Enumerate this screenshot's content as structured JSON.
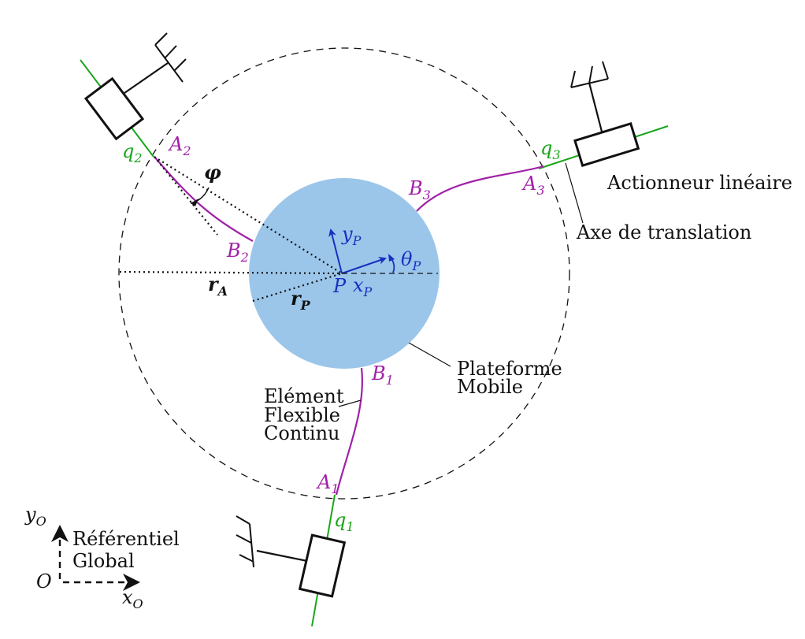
{
  "colors": {
    "platform": "#9bc6ea",
    "flexible_element": "#a020a8",
    "actuator_axis": "#1aa51a",
    "local_frame": "#1a2fc0",
    "lines": "#111111"
  },
  "labels": {
    "actuator": "Actionneur linéaire",
    "translation_axis": "Axe de translation",
    "platform": [
      "Plateforme",
      "Mobile"
    ],
    "flexible_element": [
      "Elément",
      "Flexible",
      "Continu"
    ],
    "global_frame": [
      "Référentiel",
      "Global"
    ]
  },
  "math": {
    "q1": {
      "base": "q",
      "sub": "1"
    },
    "q2": {
      "base": "q",
      "sub": "2"
    },
    "q3": {
      "base": "q",
      "sub": "3"
    },
    "A1": {
      "base": "A",
      "sub": "1"
    },
    "A2": {
      "base": "A",
      "sub": "2"
    },
    "A3": {
      "base": "A",
      "sub": "3"
    },
    "B1": {
      "base": "B",
      "sub": "1"
    },
    "B2": {
      "base": "B",
      "sub": "2"
    },
    "B3": {
      "base": "B",
      "sub": "3"
    },
    "phi": "φ",
    "rA": {
      "base": "r",
      "sub": "A"
    },
    "rP": {
      "base": "r",
      "sub": "P"
    },
    "P": "P",
    "xP": {
      "base": "x",
      "sub": "P"
    },
    "yP": {
      "base": "y",
      "sub": "P"
    },
    "thetaP": {
      "base": "θ",
      "sub": "P"
    },
    "O": "O",
    "xO": {
      "base": "x",
      "sub": "O"
    },
    "yO": {
      "base": "y",
      "sub": "O"
    }
  }
}
